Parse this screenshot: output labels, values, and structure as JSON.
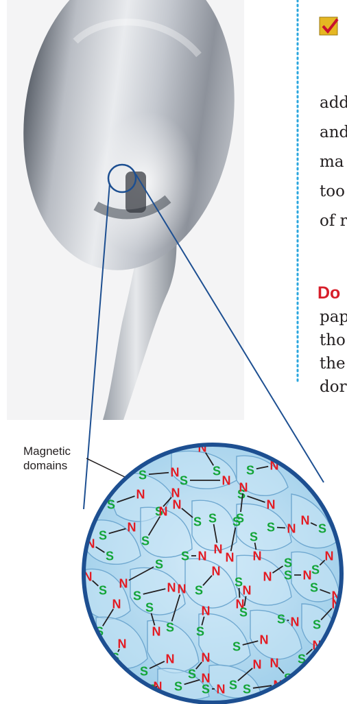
{
  "figure": {
    "callout_label": [
      "Magnetic",
      "domains"
    ],
    "pole_letters": {
      "north": "N",
      "south": "S"
    },
    "north_color": "#e31b23",
    "south_color": "#13a538",
    "lens_border_color": "#1d4f91",
    "domain_fill_color": "#bfe0f5"
  },
  "side_text": {
    "checkbox_icon": "checkmark-box-icon",
    "paragraph_lines": [
      "add",
      "and",
      "ma",
      "too",
      "of r"
    ],
    "heading": "Do",
    "heading_lines": [
      "pap",
      "tho",
      "the",
      "dor"
    ]
  }
}
